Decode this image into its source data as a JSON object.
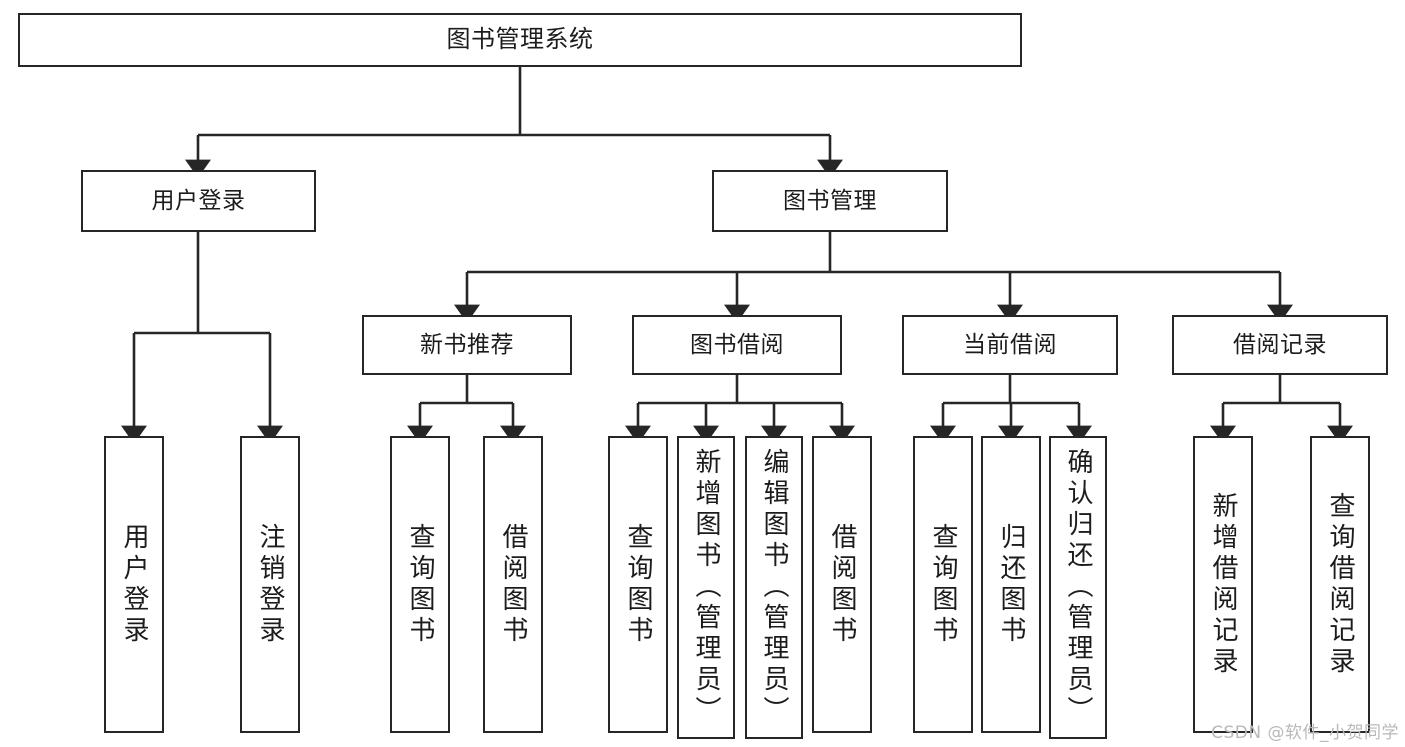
{
  "diagram": {
    "title": "图书管理系统",
    "type": "tree-hierarchy-chart",
    "root": {
      "id": "root",
      "label": "图书管理系统"
    },
    "level2": [
      {
        "id": "user-login",
        "label": "用户登录"
      },
      {
        "id": "book-manage",
        "label": "图书管理"
      }
    ],
    "level3": [
      {
        "id": "new-book-recommend",
        "label": "新书推荐",
        "parent": "book-manage"
      },
      {
        "id": "book-borrow",
        "label": "图书借阅",
        "parent": "book-manage"
      },
      {
        "id": "current-borrow",
        "label": "当前借阅",
        "parent": "book-manage"
      },
      {
        "id": "borrow-record",
        "label": "借阅记录",
        "parent": "book-manage"
      }
    ],
    "leaves": [
      {
        "id": "leaf-user-login",
        "label": "用户登录",
        "parent": "user-login"
      },
      {
        "id": "leaf-logout-login",
        "label": "注销登录",
        "parent": "user-login"
      },
      {
        "id": "leaf-query-book-1",
        "label": "查询图书",
        "parent": "new-book-recommend"
      },
      {
        "id": "leaf-borrow-book-1",
        "label": "借阅图书",
        "parent": "new-book-recommend"
      },
      {
        "id": "leaf-query-book-2",
        "label": "查询图书",
        "parent": "book-borrow"
      },
      {
        "id": "leaf-add-book",
        "label": "新增图书（管理员）",
        "parent": "book-borrow"
      },
      {
        "id": "leaf-edit-book",
        "label": "编辑图书（管理员）",
        "parent": "book-borrow"
      },
      {
        "id": "leaf-borrow-book-2",
        "label": "借阅图书",
        "parent": "book-borrow"
      },
      {
        "id": "leaf-query-book-3",
        "label": "查询图书",
        "parent": "current-borrow"
      },
      {
        "id": "leaf-return-book",
        "label": "归还图书",
        "parent": "current-borrow"
      },
      {
        "id": "leaf-confirm-return",
        "label": "确认归还（管理员）",
        "parent": "current-borrow"
      },
      {
        "id": "leaf-add-record",
        "label": "新增借阅记录",
        "parent": "borrow-record"
      },
      {
        "id": "leaf-query-record",
        "label": "查询借阅记录",
        "parent": "borrow-record"
      }
    ]
  },
  "watermark": {
    "text": "CSDN @软件_小贺同学"
  },
  "colors": {
    "stroke": "#262626",
    "background": "#ffffff",
    "text": "#1c1c1c",
    "watermark": "#b9b9b9"
  }
}
